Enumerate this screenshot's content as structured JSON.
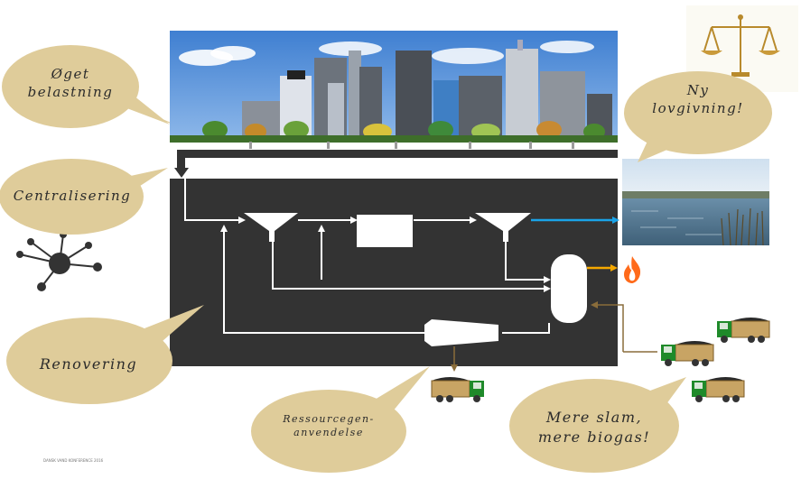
{
  "bubbles": {
    "oget": {
      "line1": "Øget",
      "line2": "belastning"
    },
    "ny": {
      "line1": "Ny",
      "line2": "lovgivning!"
    },
    "centralisering": "Centralisering",
    "renovering": "Renovering",
    "ressource": {
      "line1": "Ressourcegen-",
      "line2": "anvendelse"
    },
    "mere": {
      "line1": "Mere slam,",
      "line2": "mere biogas!"
    }
  },
  "footer": "DANSK VAND KONFERENCE 2016",
  "colors": {
    "bubble": "#dfcc9a",
    "plant": "#333333",
    "effluent_arrow": "#1aa3e8",
    "biogas_arrow": "#f5a800",
    "sludge_arrow": "#8a6d3b",
    "flame": "#ff6a1a",
    "truck_bed": "#c8a464",
    "truck_cab": "#1f8a2a"
  },
  "icons": {
    "scale": "scale-of-justice-icon",
    "flame": "flame-icon",
    "network": "network-hub-icon",
    "truck": "truck-icon"
  }
}
